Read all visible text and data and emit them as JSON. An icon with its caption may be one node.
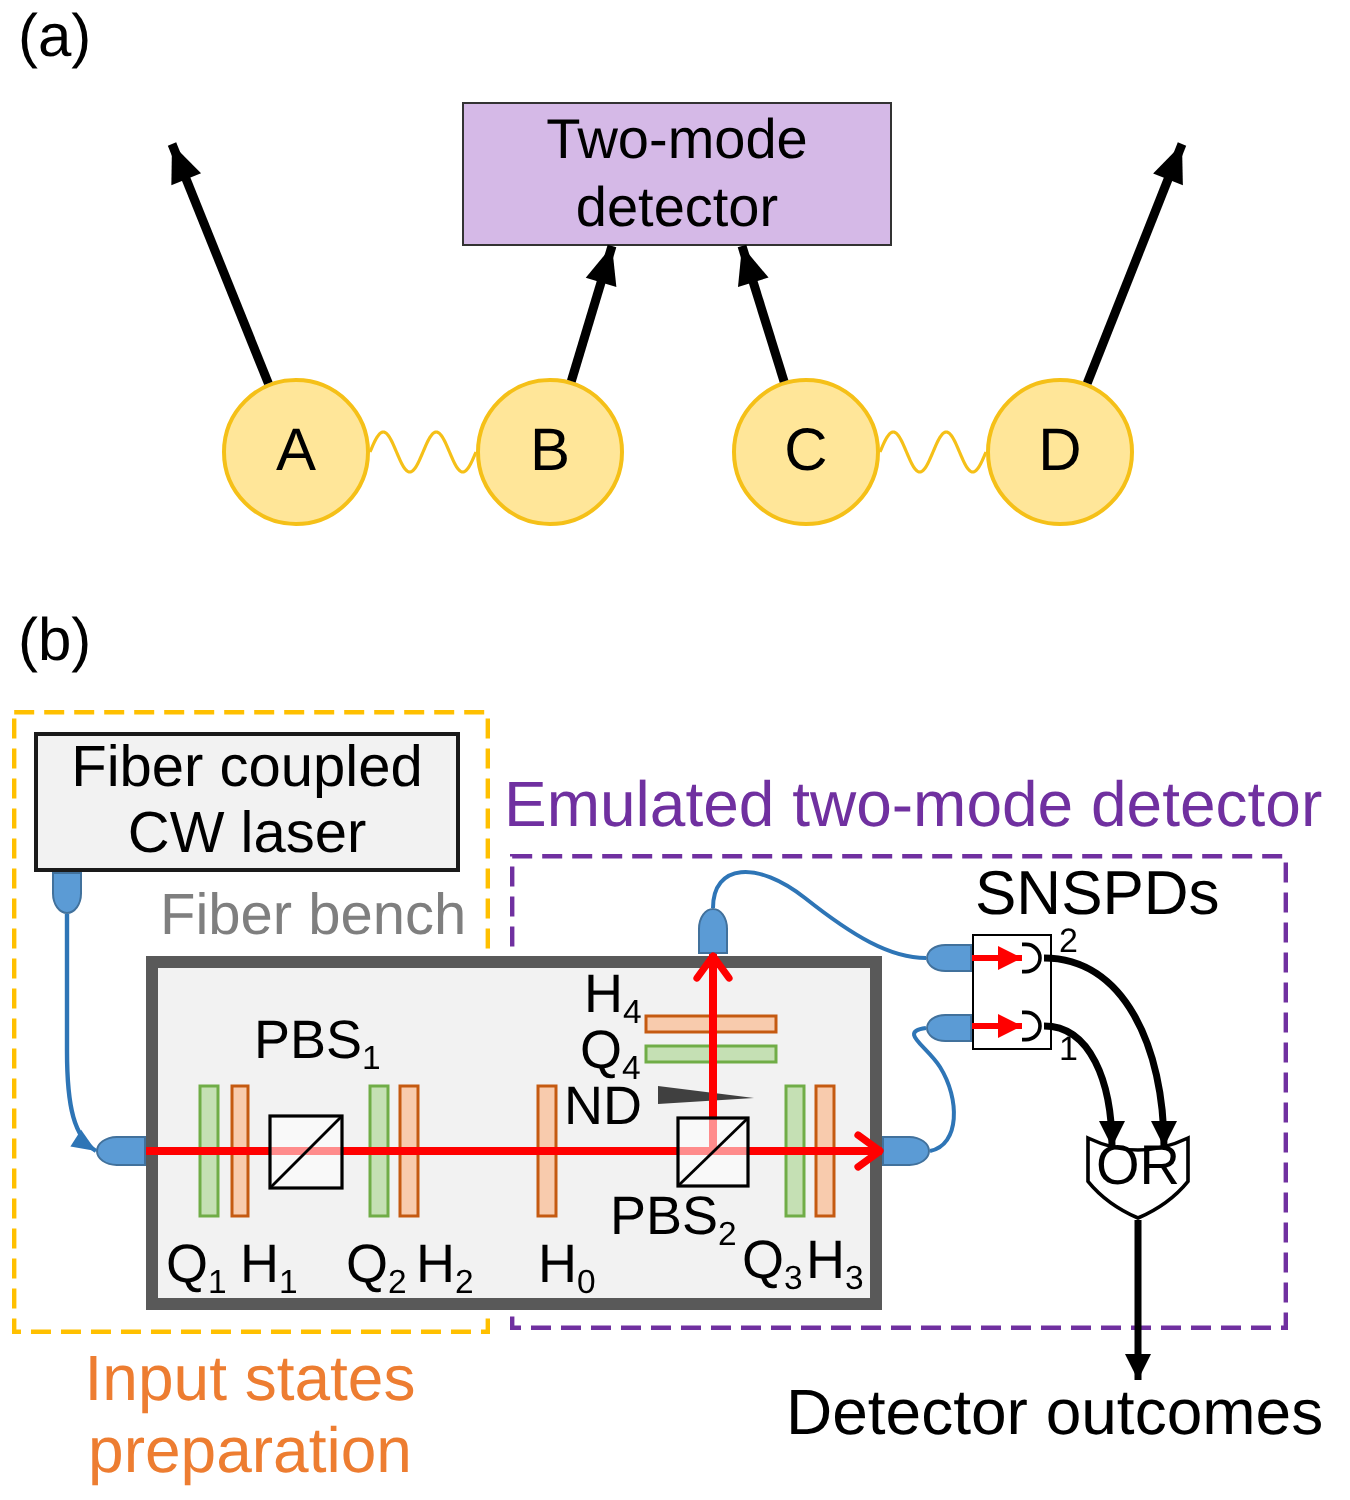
{
  "diagram": {
    "nodes": [
      {
        "text": [
          "Two-mode detector"
        ]
      },
      {
        "text": [
          "A"
        ]
      },
      {
        "text": [
          "B"
        ]
      },
      {
        "text": [
          "C"
        ]
      },
      {
        "text": [
          "D"
        ]
      },
      {
        "text": [
          "Input states preparation"
        ]
      },
      {
        "text": [
          "Fiber coupled CW laser"
        ],
        "in": 5
      },
      {
        "text": [
          "Emulated two-mode detector"
        ]
      },
      {
        "text": [],
        "shape": "box"
      },
      {
        "text": [],
        "shape": "capsule",
        "in": 5
      },
      {
        "text": [],
        "shape": "capsule",
        "in": 5
      },
      {
        "text": [],
        "shape": "capsule",
        "in": 7
      },
      {
        "text": [],
        "shape": "capsule",
        "in": 7
      },
      {
        "text": [
          "SNSPDs"
        ],
        "in": 7
      },
      {
        "text": [],
        "shape": "capsule",
        "in": 7
      },
      {
        "text": [],
        "shape": "capsule",
        "in": 7
      },
      {
        "text": [],
        "shape": "semicircle",
        "in": 13,
        "beside": [
          "2"
        ]
      },
      {
        "text": [],
        "shape": "semicircle",
        "in": 13,
        "beside": [
          "1"
        ]
      },
      {
        "text": [
          "OR"
        ],
        "in": 7
      },
      {
        "text": [
          "Detector outcomes"
        ]
      }
    ],
    "edges": [
      {
        "from": 1,
        "to": null,
        "arrow": "to"
      },
      {
        "from": 2,
        "to": 0,
        "arrow": "to"
      },
      {
        "from": 3,
        "to": 0,
        "arrow": "to"
      },
      {
        "from": 4,
        "to": null,
        "arrow": "to"
      },
      {
        "from": 1,
        "to": 2,
        "arrow": "none",
        "color": "#f5c018"
      },
      {
        "from": 3,
        "to": 4,
        "arrow": "none",
        "color": "#f5c018"
      },
      {
        "from": 9,
        "to": 10,
        "arrow": "to",
        "color": "#2e75b6"
      },
      {
        "from": 8,
        "to": 12,
        "arrow": "to",
        "color": "#ff0000"
      },
      {
        "from": 8,
        "to": 11,
        "arrow": "to",
        "color": "#ff0000"
      },
      {
        "from": 11,
        "to": 14,
        "arrow": "none",
        "color": "#2e75b6"
      },
      {
        "from": 12,
        "to": 15,
        "arrow": "none",
        "color": "#2e75b6"
      },
      {
        "from": 14,
        "to": 16,
        "arrow": "to",
        "color": "#ff0000"
      },
      {
        "from": 15,
        "to": 17,
        "arrow": "to",
        "color": "#ff0000"
      },
      {
        "from": 16,
        "to": 18,
        "arrow": "to"
      },
      {
        "from": 17,
        "to": 18,
        "arrow": "to"
      },
      {
        "from": 18,
        "to": 19,
        "arrow": "to"
      }
    ],
    "labels": [
      "(a)",
      "(b)",
      "Fiber bench",
      "H$_{4}$",
      "PBS$_{1}$",
      "Q$_{4}$",
      "ND",
      "PBS$_{2}$",
      "Q$_{1}$",
      "H$_{1}$",
      "Q$_{2}$",
      "H$_{2}$",
      "H$_{0}$",
      "Q$_{3}$",
      "H$_{3}$"
    ]
  }
}
